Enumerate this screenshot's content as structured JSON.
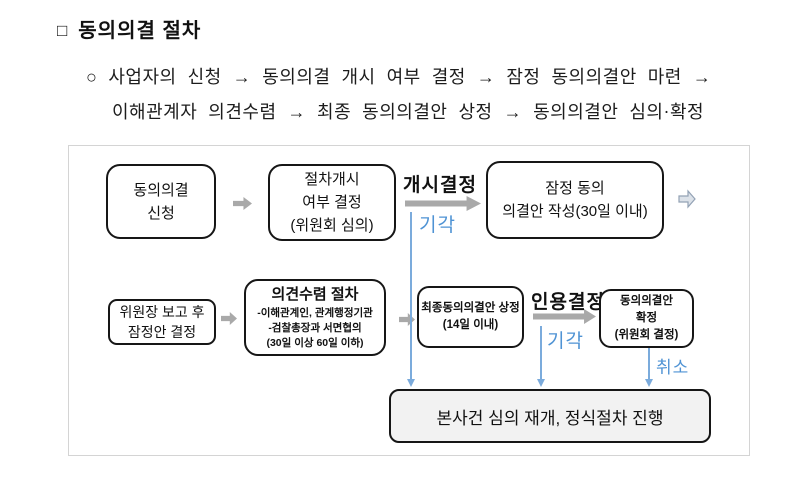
{
  "page": {
    "title_bullet": "□",
    "title": "동의의결 절차"
  },
  "summary": {
    "line1": "○ 사업자의 신청 → 동의의결 개시 여부 결정 → 잠정 동의의결안 마련 →",
    "line2": "이해관계자 의견수렴 → 최종 동의의결안 상정 → 동의의결안 심의·확정"
  },
  "flowchart": {
    "boxes": {
      "apply": "동의의결\n신청",
      "procedure_open": "절차개시\n여부 결정\n(위원회 심의)",
      "draft": "잠정 동의\n의결안 작성(30일 이내)",
      "chair_report": "위원장 보고 후\n잠정안 결정",
      "opinion_title": "의견수렴 절차",
      "opinion_detail": "-이해관계인, 관계행정기관\n-검찰총장과 서면협의\n(30일 이상 60일 이하)",
      "final_submit": "최종동의의결안 상정\n(14일 이내)",
      "confirm": "동의의결안\n확정\n(위원회 결정)",
      "resume": "본사건 심의 재개, 정식절차 진행"
    },
    "labels": {
      "open_decision": "개시결정",
      "reject_1": "기각",
      "accept_decision": "인용결정",
      "reject_2": "기각",
      "cancel": "취소"
    },
    "colors": {
      "blue": "#4f93d4",
      "arrow_gray": "#a9a9a9"
    }
  }
}
